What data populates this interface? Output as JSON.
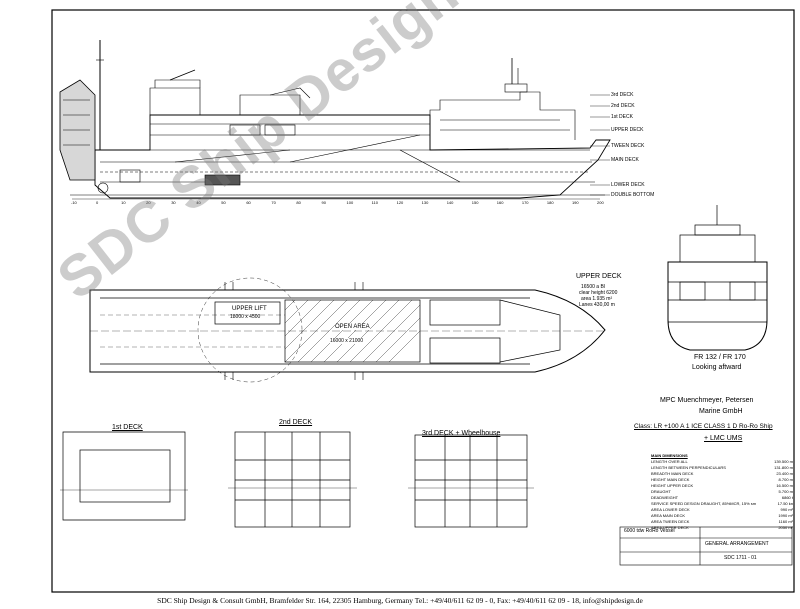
{
  "footer": {
    "text": "SDC Ship Design & Consult GmbH, Bramfelder Str. 164, 22305 Hamburg, Germany        Tel.: +49/40/611 62 09 - 0,  Fax: +49/40/611 62 09 - 18,  info@shipdesign.de"
  },
  "watermark": "SDC Ship Design & Consult GmbH",
  "deck_labels": [
    "3rd DECK",
    "2nd DECK",
    "1st DECK",
    "UPPER DECK",
    "TWEEN DECK",
    "MAIN DECK",
    "LOWER DECK",
    "DOUBLE BOTTOM"
  ],
  "plan": {
    "upper_lift_title": "UPPER LIFT",
    "upper_lift_dims": "18000 x 4500",
    "open_area_title": "OPEN AREA",
    "open_area_dims": "16000 x 21000",
    "upper_deck_title": "UPPER DECK",
    "upper_deck_lines": [
      "16500 a Bl",
      "clear height 6200",
      "area 1.935 m²",
      "Lanes 430,00 m"
    ]
  },
  "section": {
    "caption_line1": "FR 132 / FR 170",
    "caption_line2": "Looking aftward"
  },
  "owner": {
    "line1": "MPC Muenchmeyer, Petersen",
    "line2": "Marine GmbH"
  },
  "class_notation": {
    "line1": "Class: LR    +100 A 1 ICE CLASS 1 D Ro-Ro Ship",
    "line2": "+ LMC UMS"
  },
  "small_plans": {
    "first_deck": "1st DECK",
    "second_deck": "2nd DECK",
    "third_deck": "3rd DECK + Wheelhouse"
  },
  "main_dimensions": {
    "title": "MAIN DIMENSIONS",
    "rows": [
      {
        "label": "LENGTH OVER ALL",
        "value": "139.500 m"
      },
      {
        "label": "LENGTH BETWEEN PERPENDICULARS",
        "value": "131.800 m"
      },
      {
        "label": "BREADTH MAIN DECK",
        "value": "23.400 m"
      },
      {
        "label": "HEIGHT MAIN DECK",
        "value": "8.700 m"
      },
      {
        "label": "HEIGHT UPPER DECK",
        "value": "16.500 m"
      },
      {
        "label": "DRAUGHT",
        "value": "5.700 m"
      },
      {
        "label": "DEADWEIGHT",
        "value": "6860 t"
      },
      {
        "label": "SERVICE SPEED DESIGN DRAUGHT, 85%MCR, 15% sm",
        "value": "17.50 kn"
      },
      {
        "label": "AREA LOWER DECK",
        "value": "990 m²"
      },
      {
        "label": "AREA MAIN DECK",
        "value": "1990 m²"
      },
      {
        "label": "AREA TWEEN DECK",
        "value": "1160 m²"
      },
      {
        "label": "AREA UPPER DECK",
        "value": "2050 m²"
      }
    ]
  },
  "title_block": {
    "project": "6000 tdw RoRo Vessel",
    "drawing": "GENERAL ARRANGEMENT",
    "number": "SDC 1711 - 01"
  },
  "scale_numbers": [
    "-10",
    "0",
    "10",
    "20",
    "30",
    "40",
    "50",
    "60",
    "70",
    "80",
    "90",
    "100",
    "110",
    "120",
    "130",
    "140",
    "150",
    "160",
    "170",
    "180",
    "190",
    "200"
  ]
}
